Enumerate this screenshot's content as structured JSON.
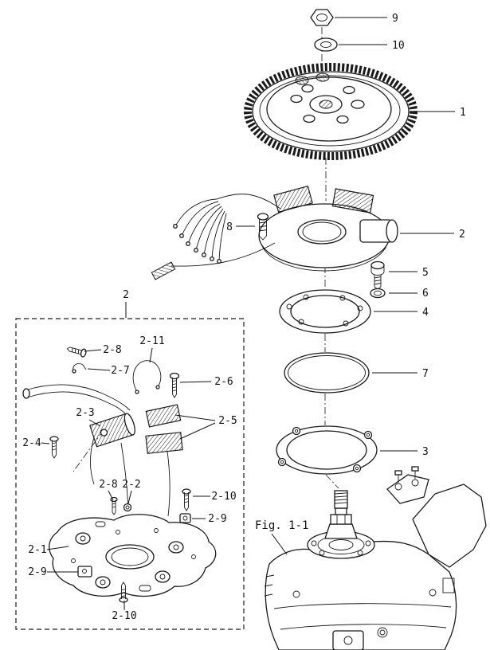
{
  "page": {
    "background": "#ffffff",
    "ink": "#1a1a1a"
  },
  "figure": {
    "caption": "Fig. 1-1"
  },
  "parts": {
    "main": [
      {
        "label": "9",
        "name": "hex-nut"
      },
      {
        "label": "10",
        "name": "washer"
      },
      {
        "label": "1",
        "name": "flywheel"
      },
      {
        "label": "8",
        "name": "screw"
      },
      {
        "label": "2",
        "name": "magneto-base-assembly"
      },
      {
        "label": "5",
        "name": "hex-bolt"
      },
      {
        "label": "6",
        "name": "spring-washer"
      },
      {
        "label": "4",
        "name": "retainer-plate"
      },
      {
        "label": "7",
        "name": "o-ring"
      },
      {
        "label": "3",
        "name": "retainer-ring"
      }
    ],
    "detail_box_label": "2",
    "detail": [
      {
        "label": "2-8"
      },
      {
        "label": "2-11"
      },
      {
        "label": "2-7"
      },
      {
        "label": "2-6"
      },
      {
        "label": "2-3"
      },
      {
        "label": "2-5"
      },
      {
        "label": "2-4"
      },
      {
        "label": "2-8"
      },
      {
        "label": "2-2"
      },
      {
        "label": "2-10"
      },
      {
        "label": "2-9"
      },
      {
        "label": "2-1"
      },
      {
        "label": "2-9"
      },
      {
        "label": "2-10"
      }
    ]
  }
}
